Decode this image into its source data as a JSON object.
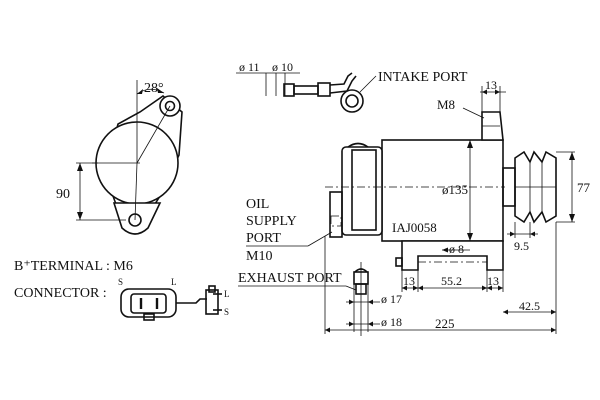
{
  "labels": {
    "angle": "28°",
    "height_90": "90",
    "b_terminal": "B⁺TERMINAL : M6",
    "connector": "CONNECTOR :",
    "conn_s_left": "S",
    "conn_l_left": "L",
    "conn_l_right": "L",
    "conn_s_right": "S",
    "dia_11": "ø 11",
    "dia_10": "ø 10",
    "intake_port": "INTAKE PORT",
    "dim_13_top": "13",
    "m8": "M8",
    "oil_line1": "OIL",
    "oil_line2": "SUPPLY",
    "oil_line3": "PORT",
    "oil_line4": "M10",
    "dia_135": "ø135",
    "part_no": "IAJ0058",
    "dia_8": "ø 8",
    "dim_77": "77",
    "dim_9_5": "9.5",
    "exhaust_port": "EXHAUST PORT",
    "dim_13_left": "13",
    "dim_55_2": "55.2",
    "dim_13_right": "13",
    "dia_17": "ø 17",
    "dim_42_5": "42.5",
    "dia_18": "ø 18",
    "dim_225": "225"
  }
}
